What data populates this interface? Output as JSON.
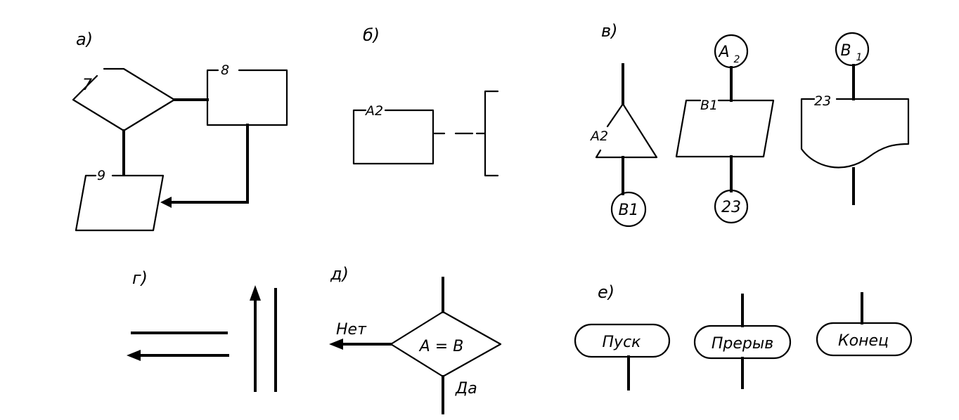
{
  "panels": {
    "a": {
      "letter": "а)",
      "decision_num": "7",
      "process_num": "8",
      "io_num": "9"
    },
    "b": {
      "letter": "б)",
      "process_label": "А2"
    },
    "v": {
      "letter": "в)",
      "triangle_label": "А2",
      "triangle_connector": "В1",
      "io_label": "В1",
      "io_top_connector_main": "А",
      "io_top_connector_sub": "2",
      "io_bottom_connector": "23",
      "doc_label": "23",
      "doc_top_connector_main": "В",
      "doc_top_connector_sub": "1"
    },
    "g": {
      "letter": "г)"
    },
    "d": {
      "letter": "д)",
      "condition": "А = В",
      "no_label": "Нет",
      "yes_label": "Да"
    },
    "e": {
      "letter": "е)",
      "terminals": [
        "Пуск",
        "Прерыв",
        "Конец"
      ]
    }
  }
}
